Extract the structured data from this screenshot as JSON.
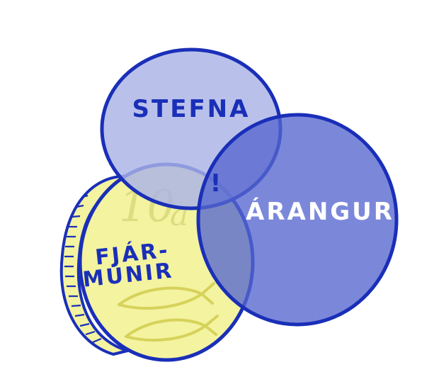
{
  "labels": {
    "top": "STEFNA",
    "right": "ÁRANGUR",
    "left_line1": "FJÁR-",
    "left_line2": "MUNIR",
    "center": "!"
  },
  "colors": {
    "outline": "#1a2fb8",
    "top_fill": "#a9b3e6",
    "right_fill": "#5667cf",
    "coin_fill": "#f3f3a0",
    "coin_edge": "#e8e87e",
    "label_dark": "#1a2fb8",
    "label_light": "#ffffff",
    "fish_color": "#d6d25a",
    "faint_number": "#dcdc80"
  },
  "icons": {
    "coin": "coin-icon",
    "fish": "fish-icon"
  }
}
